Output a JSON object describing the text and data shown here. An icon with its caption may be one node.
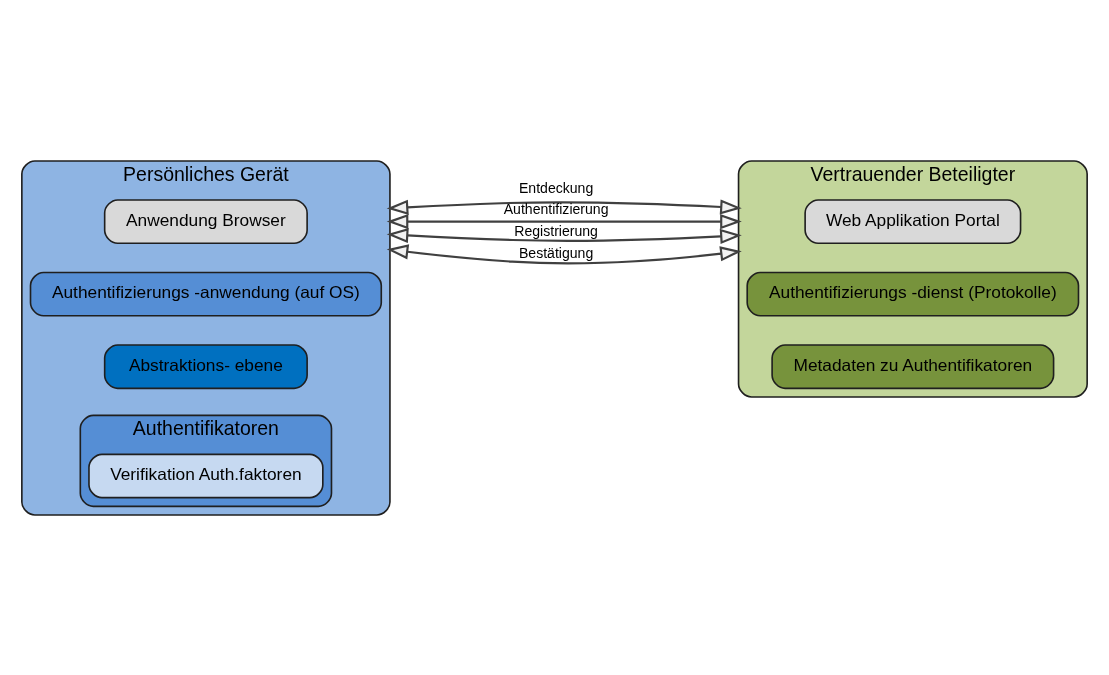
{
  "diagram": {
    "nodes": [
      {
        "text": [
          "Persönliches Gerät"
        ]
      },
      {
        "text": [
          "Anwendung Browser"
        ],
        "in": 0
      },
      {
        "text": [
          "Authentifizierungs -anwendung (auf OS)"
        ],
        "in": 0
      },
      {
        "text": [
          "Abstraktions- ebene"
        ],
        "in": 0
      },
      {
        "text": [
          "Authentifikatoren"
        ],
        "in": 0
      },
      {
        "text": [
          "Verifikation Auth.faktoren"
        ],
        "in": 4
      },
      {
        "text": [
          "Vertrauender Beteiligter"
        ]
      },
      {
        "text": [
          "Web Applikation Portal"
        ],
        "in": 6
      },
      {
        "text": [
          "Authentifizierungs -dienst (Protokolle)"
        ],
        "in": 6
      },
      {
        "text": [
          "Metadaten zu Authentifikatoren"
        ],
        "in": 6
      }
    ],
    "edges": [
      {
        "from": 0,
        "to": 6,
        "arrow": "both",
        "label": "Entdeckung"
      },
      {
        "from": 0,
        "to": 6,
        "arrow": "both",
        "label": "Registrierung"
      },
      {
        "from": 0,
        "to": 6,
        "arrow": "both",
        "label": "Authentifizierung"
      },
      {
        "from": 0,
        "to": 6,
        "arrow": "both",
        "label": "Bestätigung"
      }
    ]
  }
}
